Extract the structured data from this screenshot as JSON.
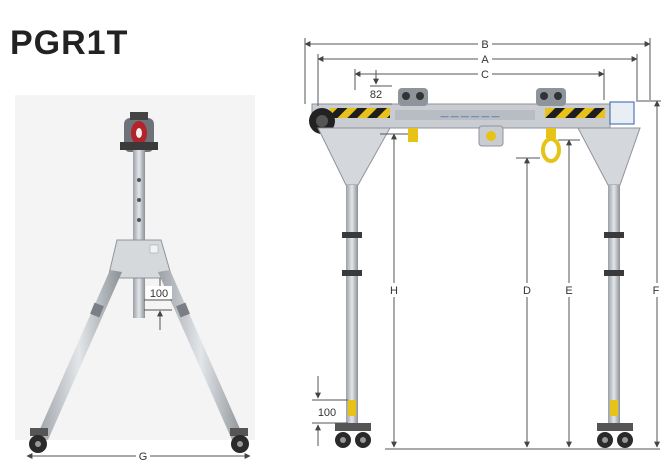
{
  "title": "PGR1T",
  "dimension_labels": {
    "a": "A",
    "b": "B",
    "c": "C",
    "d": "D",
    "e": "E",
    "f": "F",
    "g": "G",
    "h": "H",
    "offset_82": "82",
    "front_100": "100",
    "side_100": "100"
  },
  "colors": {
    "aluminium": "#c9cdd2",
    "aluminium_dark": "#8e949b",
    "beam_dark": "#2b2b2b",
    "hazard_yellow": "#e8c21a",
    "hook_yellow": "#e6c316",
    "trolley_red": "#b3242a",
    "brand_blue": "#2f5fa8"
  }
}
